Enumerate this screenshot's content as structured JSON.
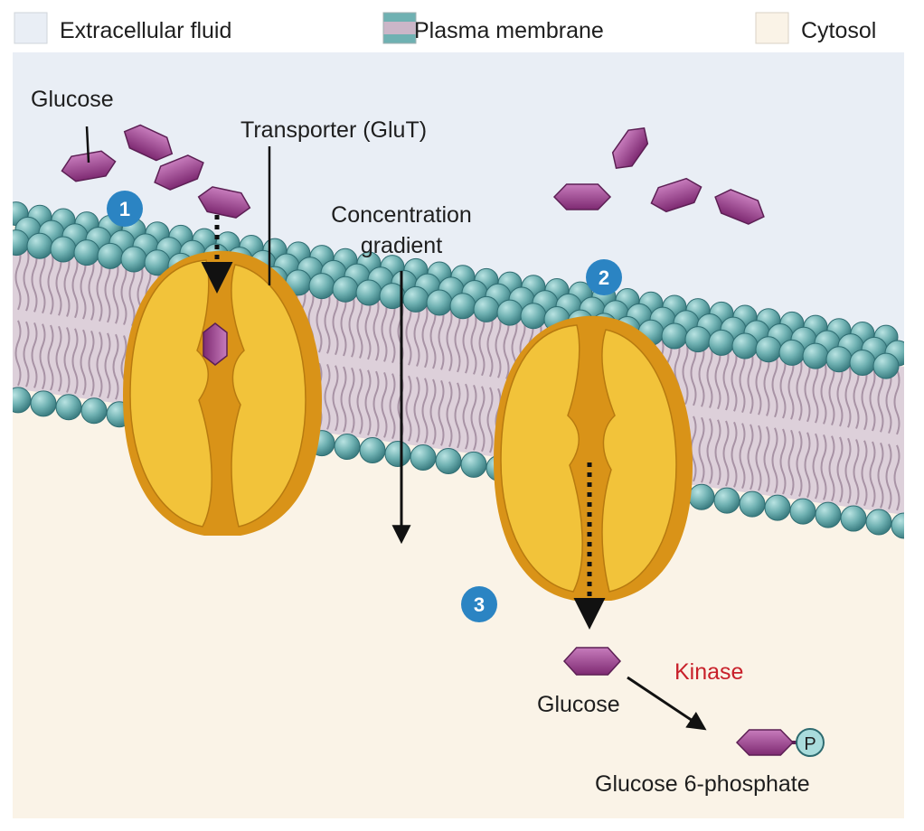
{
  "legend": {
    "extracellular": "Extracellular fluid",
    "membrane": "Plasma membrane",
    "cytosol": "Cytosol"
  },
  "labels": {
    "glucose_top": "Glucose",
    "transporter": "Transporter (GluT)",
    "gradient_line1": "Concentration",
    "gradient_line2": "gradient",
    "kinase": "Kinase",
    "glucose_bottom": "Glucose",
    "g6p": "Glucose 6-phosphate",
    "phosphate": "P"
  },
  "steps": [
    "1",
    "2",
    "3"
  ],
  "colors": {
    "extracellular": "#e9eef5",
    "cytosol": "#faf3e7",
    "head": "#6fb1b2",
    "tail": "#c7b4c4",
    "transporter": "#f2c33a",
    "transporter_dark": "#d99318",
    "glucose": "#9b3f8c",
    "step_badge": "#2b84c3",
    "kinase": "#c8202a"
  }
}
